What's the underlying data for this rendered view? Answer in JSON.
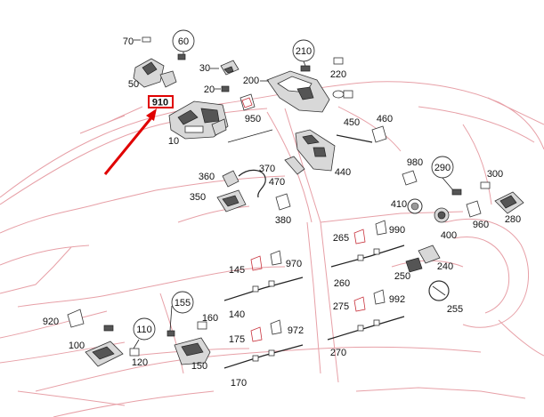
{
  "parts": {
    "p10": "10",
    "p20": "20",
    "p30": "30",
    "p50": "50",
    "p60": "60",
    "p70": "70",
    "p100": "100",
    "p110": "110",
    "p120": "120",
    "p140": "140",
    "p145": "145",
    "p150": "150",
    "p155": "155",
    "p160": "160",
    "p170": "170",
    "p175": "175",
    "p200": "200",
    "p210": "210",
    "p220": "220",
    "p240": "240",
    "p250": "250",
    "p255": "255",
    "p260": "260",
    "p265": "265",
    "p270": "270",
    "p275": "275",
    "p280": "280",
    "p290": "290",
    "p300": "300",
    "p350": "350",
    "p360": "360",
    "p370": "370",
    "p380": "380",
    "p400": "400",
    "p410": "410",
    "p440": "440",
    "p450": "450",
    "p460": "460",
    "p470": "470",
    "p910": "910",
    "p920": "920",
    "p950": "950",
    "p960": "960",
    "p970": "970",
    "p972": "972",
    "p980": "980",
    "p990": "990",
    "p992": "992"
  },
  "colors": {
    "highlight": "#e00000",
    "outline": "#e7a0a7"
  }
}
